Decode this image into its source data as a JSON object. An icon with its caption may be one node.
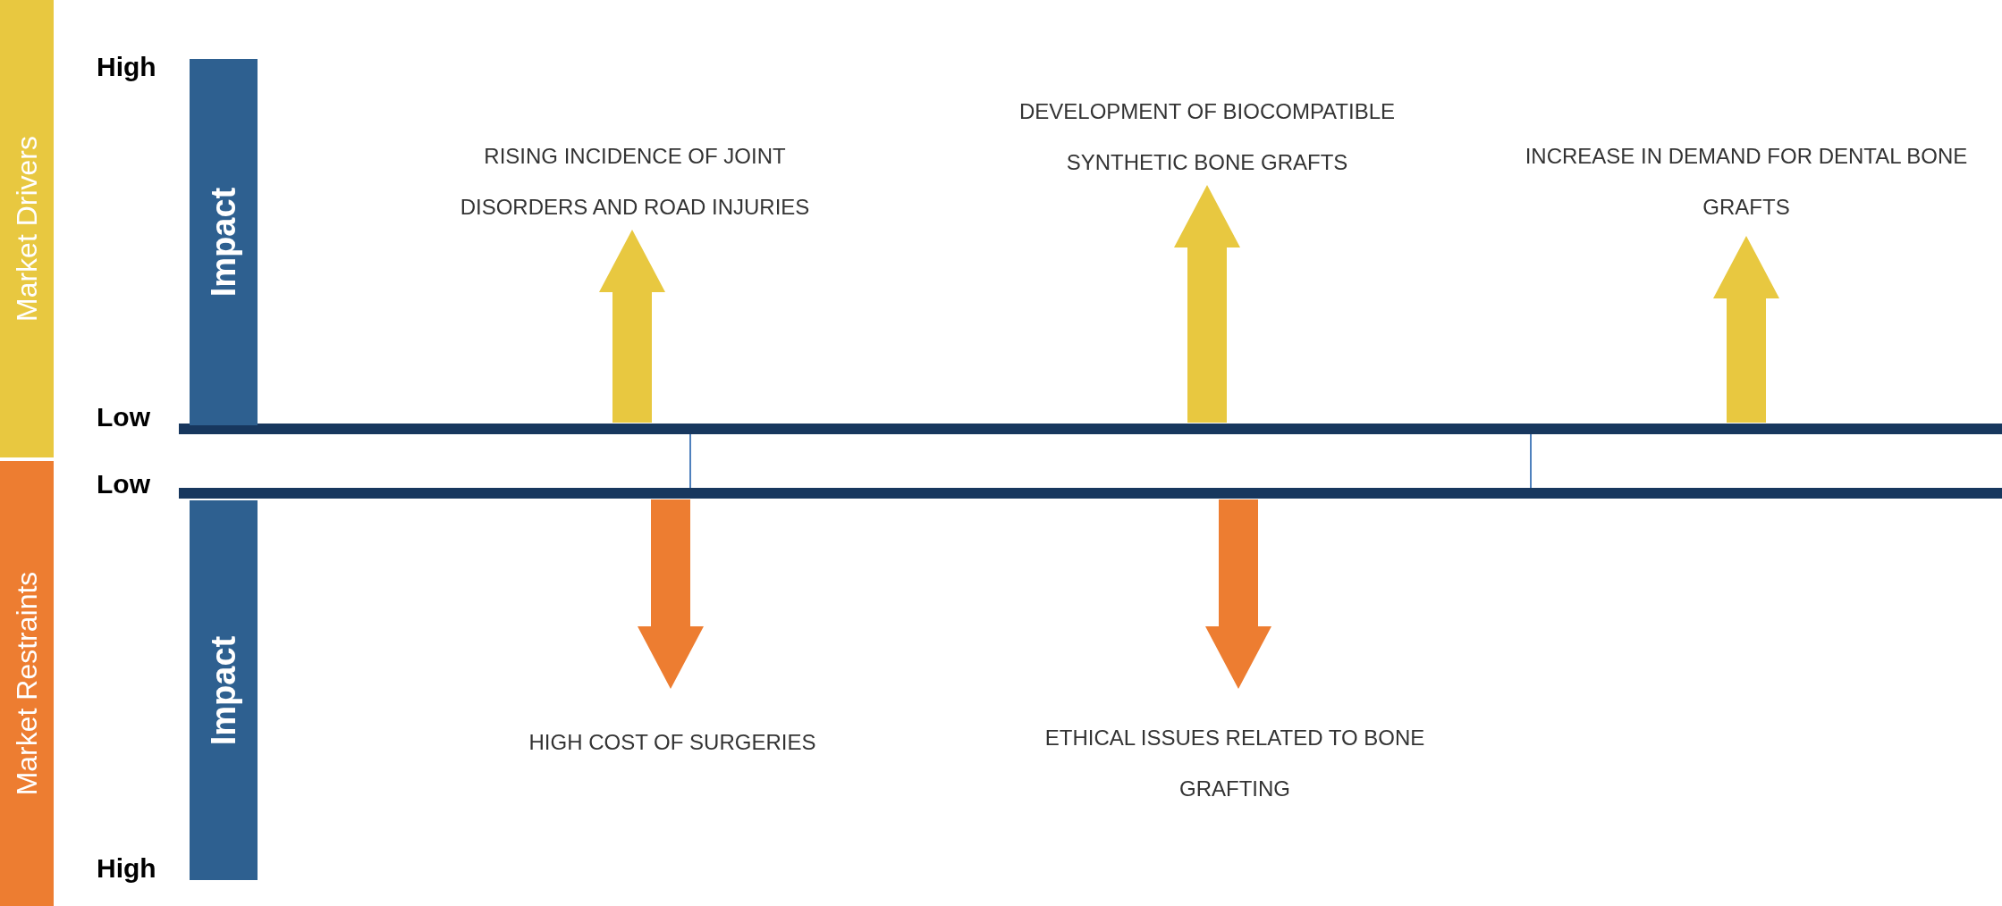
{
  "diagram": {
    "nodes": [
      {
        "text": [
          "Market Drivers"
        ]
      },
      {
        "text": [
          "Impact"
        ]
      },
      {
        "text": [
          "Market Restraints"
        ]
      },
      {
        "text": [
          "Impact"
        ]
      }
    ],
    "labels": [
      "High",
      "DEVELOPMENT OF BIOCOMPATIBLE SYNTHETIC BONE GRAFTS",
      "RISING INCIDENCE OF JOINT DISORDERS AND ROAD INJURIES",
      "INCREASE IN DEMAND FOR DENTAL BONE GRAFTS",
      "Low",
      "Low",
      "HIGH COST OF SURGERIES",
      "ETHICAL ISSUES RELATED TO BONE GRAFTING",
      "High"
    ]
  }
}
